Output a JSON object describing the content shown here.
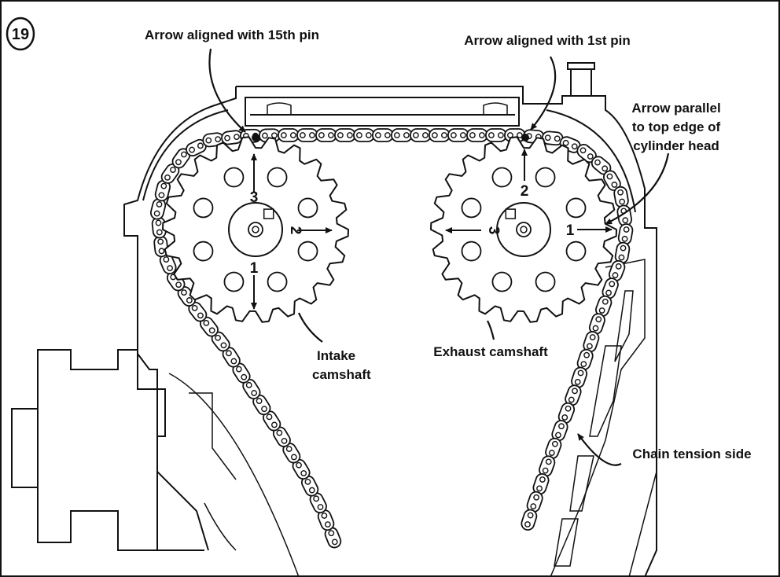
{
  "step_number": "19",
  "labels": {
    "arrow_15th_pin": "Arrow aligned with 15th pin",
    "arrow_1st_pin": "Arrow aligned with 1st pin",
    "arrow_parallel_1": "Arrow parallel",
    "arrow_parallel_2": "to top edge of",
    "arrow_parallel_3": "cylinder head",
    "intake_1": "Intake",
    "intake_2": "camshaft",
    "exhaust": "Exhaust camshaft",
    "chain_tension": "Chain tension side"
  },
  "sprocket_marks": {
    "intake": [
      "1",
      "2",
      "3"
    ],
    "exhaust": [
      "1",
      "2",
      "3"
    ]
  },
  "icons": {
    "sprocket": "sprocket-icon",
    "chain": "chain-icon",
    "arrow": "arrow-icon"
  },
  "colors": {
    "line": "#111111",
    "background": "#ffffff"
  }
}
